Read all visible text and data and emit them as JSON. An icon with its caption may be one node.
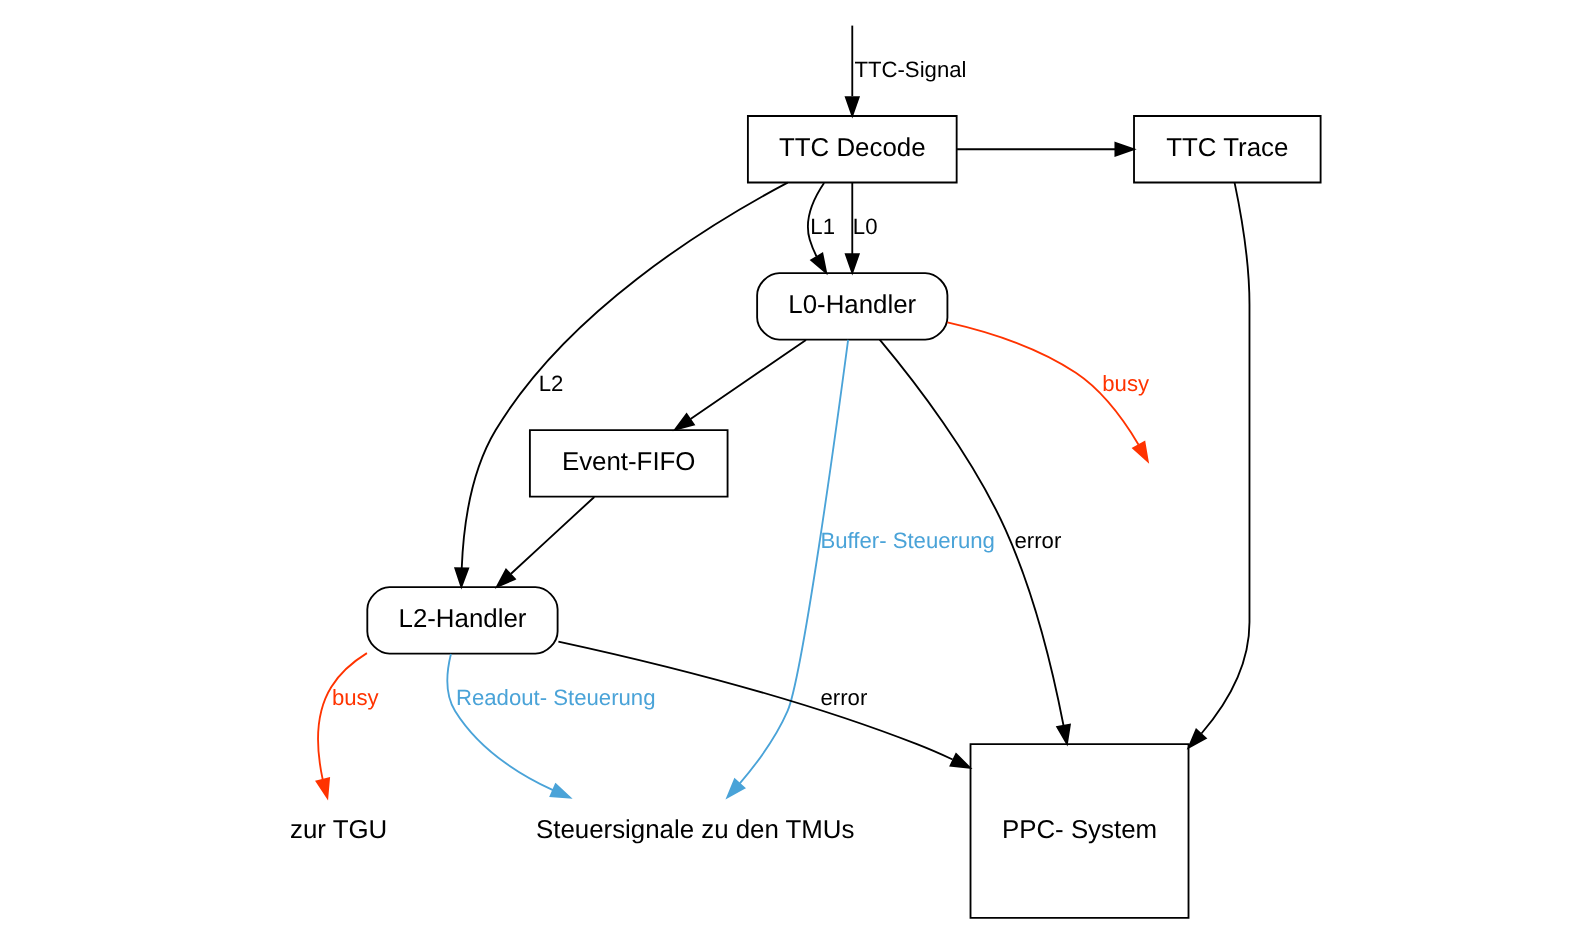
{
  "diagram": {
    "nodes": [
      {
        "text": [
          "TTC Decode"
        ]
      },
      {
        "text": [
          "TTC Trace"
        ]
      },
      {
        "text": [
          "L0-Handler"
        ]
      },
      {
        "text": [
          "PPC- System"
        ]
      },
      {
        "text": [
          "Event-FIFO"
        ]
      },
      {
        "text": [
          "L2-Handler"
        ]
      },
      {
        "text": [
          "Steuersignale zu den TMUs"
        ]
      },
      {
        "text": [
          "zur TGU"
        ]
      }
    ],
    "edges": [
      {
        "from": null,
        "to": 0,
        "arrow": "to",
        "label": "TTC-Signal"
      },
      {
        "from": 0,
        "to": 1,
        "arrow": "to"
      },
      {
        "from": 1,
        "to": 3,
        "arrow": "to"
      },
      {
        "from": 0,
        "to": 2,
        "arrow": "to",
        "label": "L0"
      },
      {
        "from": 0,
        "to": 2,
        "arrow": "to",
        "label": "L1"
      },
      {
        "from": 0,
        "to": 5,
        "arrow": "to",
        "label": "L2"
      },
      {
        "from": 2,
        "to": 3,
        "arrow": "to",
        "label": "error"
      },
      {
        "from": 2,
        "to": 4,
        "arrow": "to"
      },
      {
        "from": 4,
        "to": 5,
        "arrow": "to"
      },
      {
        "from": 5,
        "to": 3,
        "arrow": "to",
        "label": "error"
      },
      {
        "from": 2,
        "to": 6,
        "arrow": "to",
        "label": "Buffer- Steuerung",
        "color": "#4aa3d8"
      },
      {
        "from": 2,
        "to": null,
        "arrow": "to",
        "label": "busy",
        "color": "#ff3300"
      },
      {
        "from": 5,
        "to": 6,
        "arrow": "to",
        "label": "Readout- Steuerung",
        "color": "#4aa3d8"
      },
      {
        "from": 5,
        "to": 7,
        "arrow": "to",
        "label": "busy",
        "color": "#ff3300"
      }
    ]
  }
}
